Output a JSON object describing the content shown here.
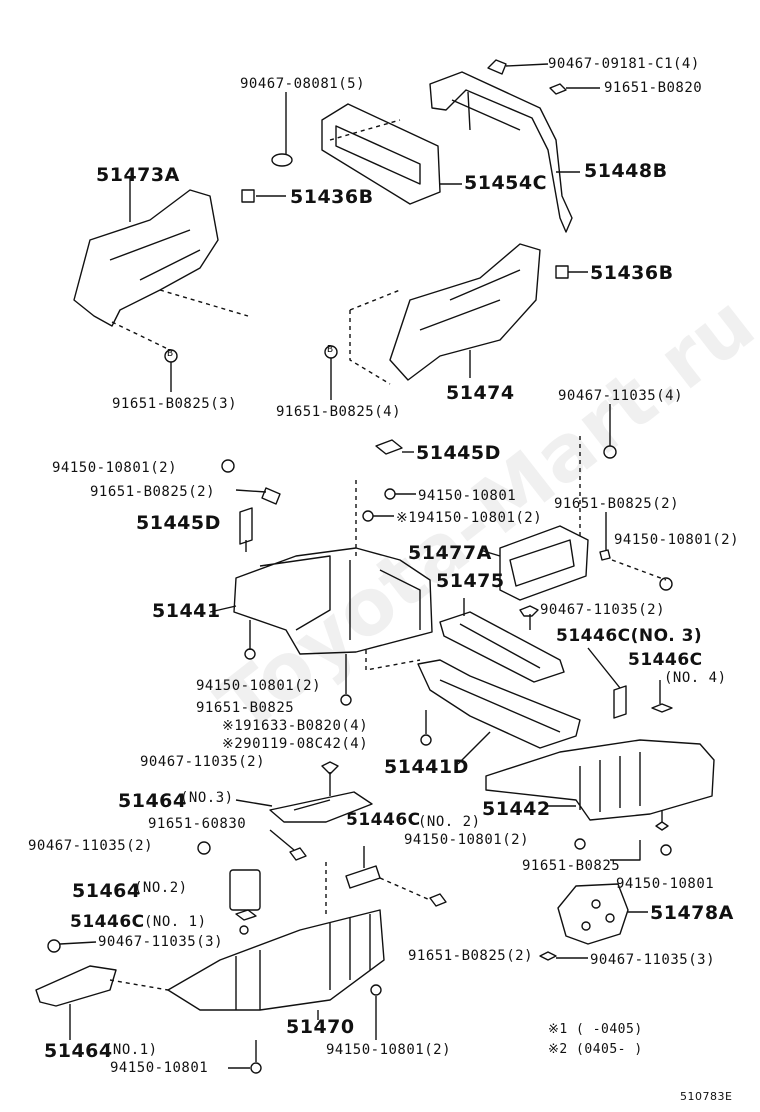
{
  "watermark": "Toyota-Mart.ru",
  "labels": {
    "p90467_09181": "90467-09181-C1(4)",
    "p91651_B0820": "91651-B0820",
    "p90467_08081": "90467-08081(5)",
    "p51473A": "51473A",
    "p51436B_a": "51436B",
    "p51454C": "51454C",
    "p51448B": "51448B",
    "p51436B_b": "51436B",
    "circB_1": "B",
    "circB_2": "B",
    "p91651_B0825_3": "91651-B0825(3)",
    "p91651_B0825_4": "91651-B0825(4)",
    "p51474": "51474",
    "p90467_11035_4": "90467-11035(4)",
    "p51445D_a": "51445D",
    "p94150_10801_2a": "94150-10801(2)",
    "p91651_B0825_2a": "91651-B0825(2)",
    "p94150_10801_a": "94150-10801",
    "p194150": "※194150-10801(2)",
    "p91651_B0825_2b": "91651-B0825(2)",
    "p51445D_b": "51445D",
    "p51477A": "51477A",
    "p94150_10801_2b": "94150-10801(2)",
    "p51475": "51475",
    "p51441": "51441",
    "p90467_11035_2a": "90467-11035(2)",
    "p51446C_3": "51446C(NO. 3)",
    "p51446C_4a": "51446C",
    "p51446C_4b": "(NO. 4)",
    "p94150_10801_2c": "94150-10801(2)",
    "p91651_B0825_b": "91651-B0825",
    "p191633": "※191633-B0820(4)",
    "p290119": "※290119-08C42(4)",
    "p90467_11035_2b": "90467-11035(2)",
    "p51441D": "51441D",
    "p51464_3a": "51464",
    "p51464_3b": "(NO.3)",
    "p51442": "51442",
    "p91651_60830": "91651-60830",
    "p51446C_2a": "51446C",
    "p51446C_2b": "(NO. 2)",
    "p94150_10801_2d": "94150-10801(2)",
    "p90467_11035_2c": "90467-11035(2)",
    "p91651_B0825_c": "91651-B0825",
    "p94150_10801_b": "94150-10801",
    "p51464_2a": "51464",
    "p51464_2b": "(NO.2)",
    "p51478A": "51478A",
    "p51446C_1a": "51446C",
    "p51446C_1b": "(NO. 1)",
    "p90467_11035_3a": "90467-11035(3)",
    "p91651_B0825_2c": "91651-B0825(2)",
    "p90467_11035_3b": "90467-11035(3)",
    "p51470": "51470",
    "p51464_1a": "51464",
    "p51464_1b": "(NO.1)",
    "p94150_10801_2e": "94150-10801(2)",
    "p94150_10801_c": "94150-10801",
    "note1": "※1 (      -0405)",
    "note2": "※2 (0405-      )",
    "diagram_code": "510783E"
  }
}
